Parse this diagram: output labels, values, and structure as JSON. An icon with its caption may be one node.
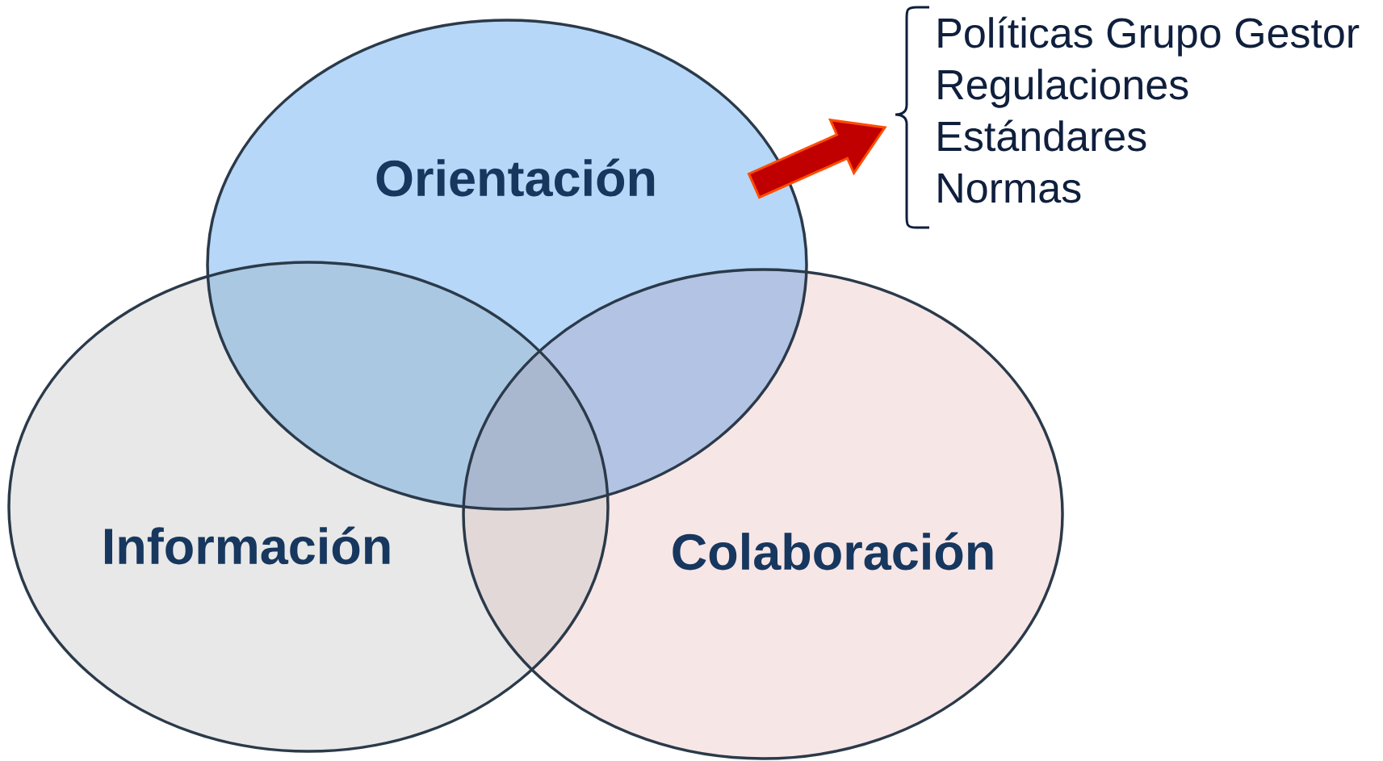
{
  "diagram": {
    "nodes": [
      {
        "text": [
          "Orientación"
        ]
      },
      {
        "text": [
          "Información"
        ]
      },
      {
        "text": [
          "Colaboración"
        ]
      },
      {
        "text": [
          "Políticas Grupo Gestor",
          "Regulaciones",
          "Estándares",
          "Normas"
        ]
      }
    ],
    "edges": [
      {
        "from": 0,
        "to": 3,
        "arrow": "to",
        "style": "thick",
        "color": "#c00000"
      }
    ]
  }
}
